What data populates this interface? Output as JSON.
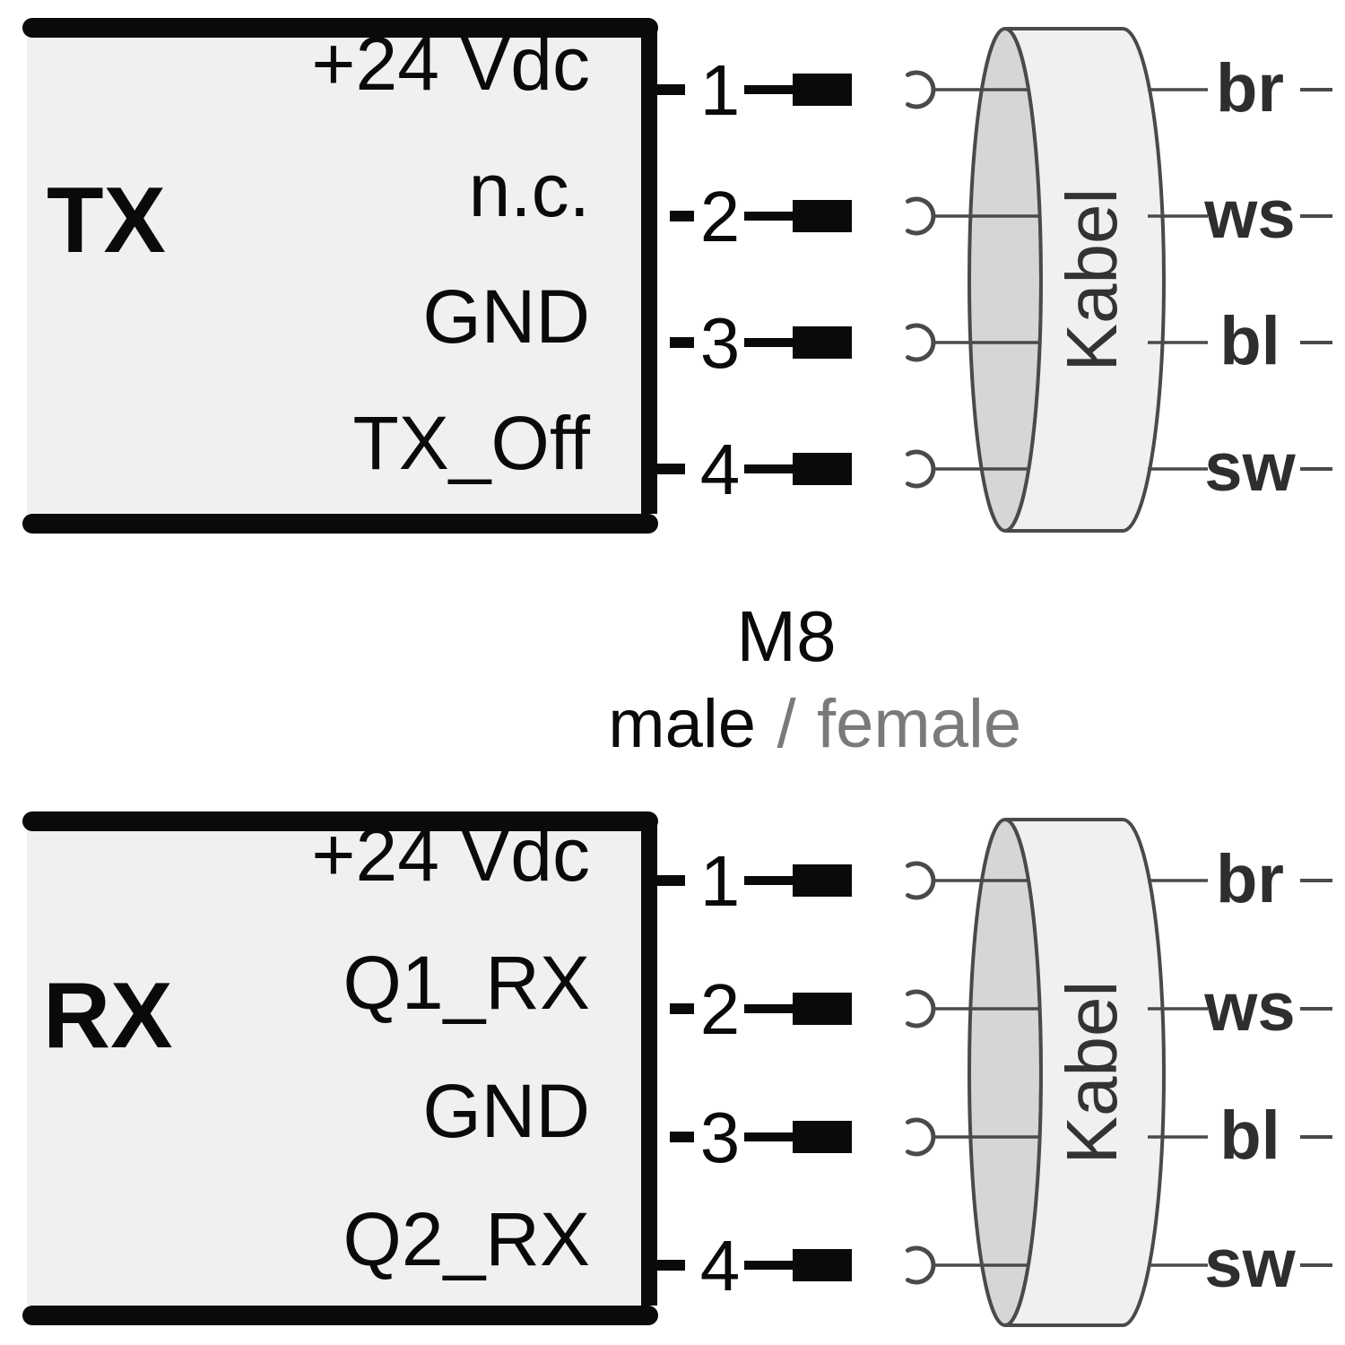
{
  "diagram": {
    "blocks": [
      {
        "title": "TX",
        "pins": [
          {
            "number": "1",
            "signal": "+24 Vdc",
            "wire_color": "br"
          },
          {
            "number": "2",
            "signal": "n.c.",
            "wire_color": "ws"
          },
          {
            "number": "3",
            "signal": "GND",
            "wire_color": "bl"
          },
          {
            "number": "4",
            "signal": "TX_Off",
            "wire_color": "sw"
          }
        ]
      },
      {
        "title": "RX",
        "pins": [
          {
            "number": "1",
            "signal": "+24 Vdc",
            "wire_color": "br"
          },
          {
            "number": "2",
            "signal": "Q1_RX",
            "wire_color": "ws"
          },
          {
            "number": "3",
            "signal": "GND",
            "wire_color": "bl"
          },
          {
            "number": "4",
            "signal": "Q2_RX",
            "wire_color": "sw"
          }
        ]
      }
    ],
    "connector": {
      "type": "M8",
      "male_label": "male",
      "separator": "/",
      "female_label": "female"
    },
    "cable": {
      "label": "Kabel",
      "wire_colors": [
        "br",
        "ws",
        "bl",
        "sw"
      ]
    },
    "colors": {
      "black": "#0a0a0a",
      "line_gray": "#4a4a4a",
      "panel_fill": "#f0f0f0",
      "cable_face_fill": "#d6d6d6",
      "cable_body_fill": "#f0f0f0",
      "wire_label_color": "#2e2e2e",
      "female_text_gray": "#7a7a7a"
    }
  }
}
